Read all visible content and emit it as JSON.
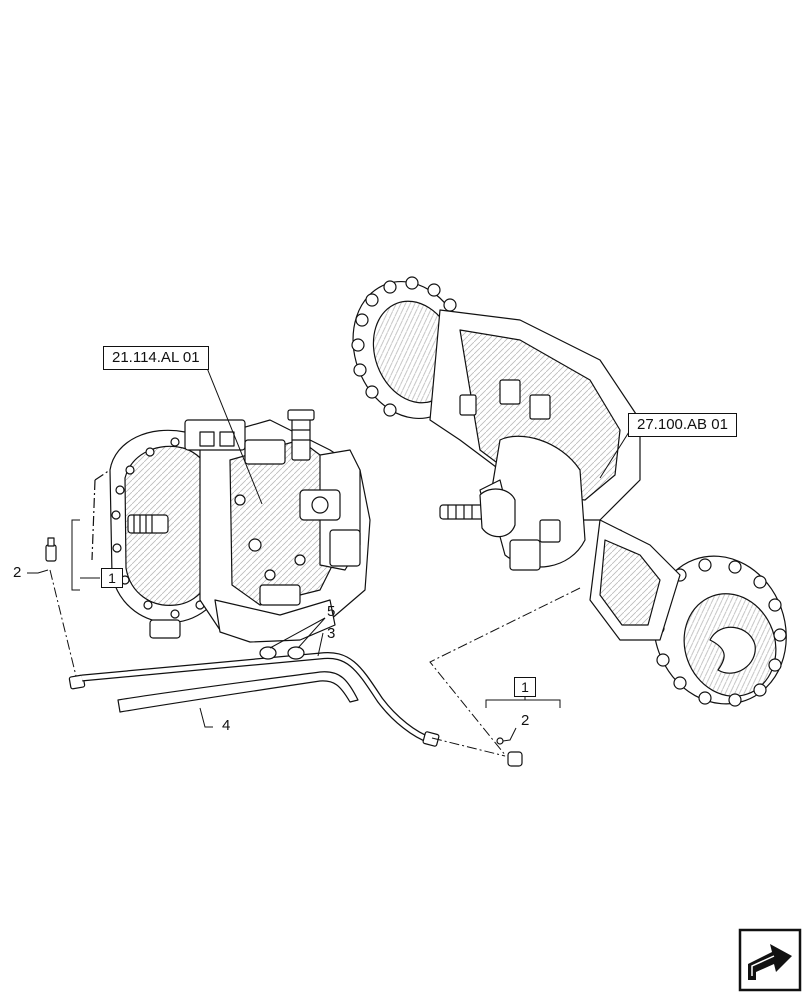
{
  "references": {
    "transmission": "21.114.AL 01",
    "axle": "27.100.AB 01"
  },
  "callouts": {
    "left_group_box": "1",
    "left_fitting": "2",
    "hose": "3",
    "sleeve": "4",
    "clamps": "5",
    "right_group_box": "1",
    "right_fitting": "2"
  },
  "icons": {
    "nav": "next-page-arrow-icon"
  }
}
